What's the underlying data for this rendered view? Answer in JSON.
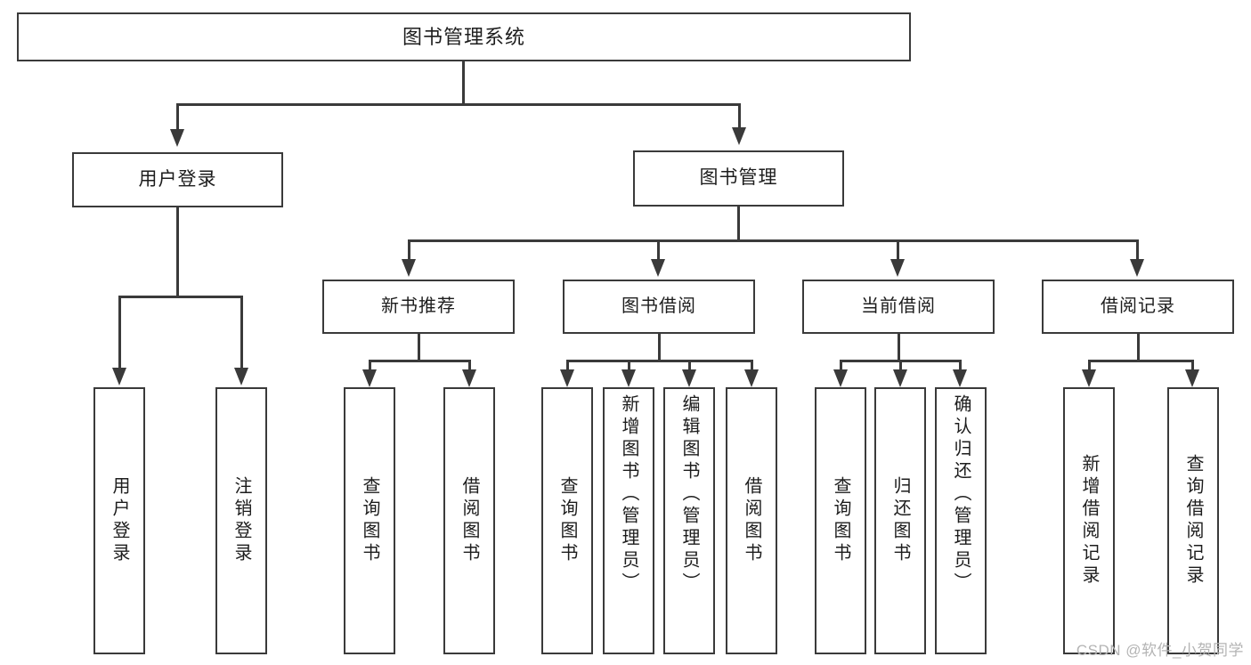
{
  "diagram": {
    "type": "tree",
    "title": "图书管理系统",
    "watermark": "CSDN @软件_小贺同学",
    "colors": {
      "box_border": "#3a3a3a",
      "box_fill": "#ffffff",
      "connector": "#3a3a3a",
      "text": "#1d1d1d",
      "watermark": "#b4b4b4"
    },
    "root": {
      "label": "图书管理系统"
    },
    "level2": [
      {
        "label": "用户登录"
      },
      {
        "label": "图书管理"
      }
    ],
    "level3": [
      {
        "label": "新书推荐"
      },
      {
        "label": "图书借阅"
      },
      {
        "label": "当前借阅"
      },
      {
        "label": "借阅记录"
      }
    ],
    "leaves": {
      "user_login": [
        {
          "label": "用户登录"
        },
        {
          "label": "注销登录"
        }
      ],
      "new_book": [
        {
          "label": "查询图书"
        },
        {
          "label": "借阅图书"
        }
      ],
      "book_borrow": [
        {
          "label": "查询图书"
        },
        {
          "label": "新增图书（管理员）"
        },
        {
          "label": "编辑图书（管理员）"
        },
        {
          "label": "借阅图书"
        }
      ],
      "current_borrow": [
        {
          "label": "查询图书"
        },
        {
          "label": "归还图书"
        },
        {
          "label": "确认归还（管理员）"
        }
      ],
      "borrow_record": [
        {
          "label": "新增借阅记录"
        },
        {
          "label": "查询借阅记录"
        }
      ]
    }
  }
}
